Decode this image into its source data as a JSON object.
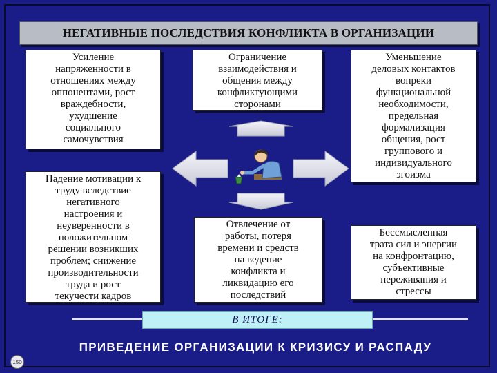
{
  "title": "НЕГАТИВНЫЕ ПОСЛЕДСТВИЯ КОНФЛИКТА В ОРГАНИЗАЦИИ",
  "consequences": [
    "Усиление\nнапряженности в\nотношениях между\nоппонентами, рост\nвраждебности,\nухудшение\nсоциального\nсамочувствия",
    "Ограничение\nвзаимодействия и\nобщения между\nконфликтующими\nсторонами",
    "Уменьшение\nделовых контактов\nвопреки\nфункциональной\nнеобходимости,\nпредельная\nформализация\nобщения, рост\nгруппового и\nиндивидуального\nэгоизма",
    "Падение мотивации к\nтруду вследствие\nнегативного\nнастроения и\nнеуверенности в\nположительном\nрешении возникших\nпроблем; снижение\nпроизводительности\nтруда и рост\nтекучести кадров",
    "Отвлечение от\nработы, потеря\nвремени и средств\nна ведение\nконфликта и\nликвидацию его\nпоследствий",
    "Бессмысленная\nтрата сил и энергии\nна конфронтацию,\nсубъективные\nпереживания и\nстрессы"
  ],
  "summary_label": "В  ИТОГЕ:",
  "conclusion": "ПРИВЕДЕНИЕ ОРГАНИЗАЦИИ К КРИЗИСУ И РАСПАДУ",
  "page_number": "150",
  "icons": [
    "arrow-left-icon",
    "arrow-right-icon",
    "arrow-up-icon",
    "arrow-down-icon",
    "thinking-person-clipart"
  ],
  "colors": {
    "background": "#1a1c88",
    "title_bar": "#b8bcc4",
    "summary_bar": "#bff0f6",
    "arrow": "#e4e6ee"
  }
}
